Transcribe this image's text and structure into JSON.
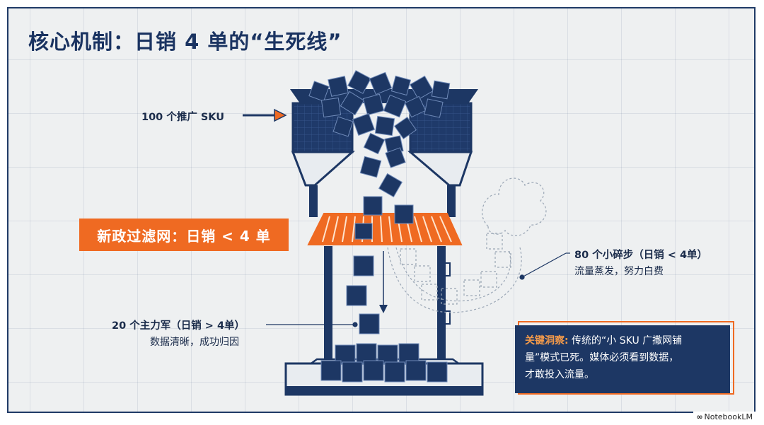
{
  "title": "核心机制：日销 4 单的“生死线”",
  "labels": {
    "top_sku": "100 个推广 SKU",
    "filter": "新政过滤网：日销 < 4 单",
    "failed_title": "80 个小碎步（日销 < 4单）",
    "failed_sub": "流量蒸发，努力白费",
    "main_title": "20 个主力军（日销 > 4单）",
    "main_sub": "数据清晰，成功归因"
  },
  "insight": {
    "key": "关键洞察:",
    "line1_rest": " 传统的“小 SKU 广撒网铺",
    "line2": "量”模式已死。媒体必须看到数据，",
    "line3": "才敢投入流量。"
  },
  "brand": "NotebookLM",
  "brand_icon": "notebooklm-logo-icon",
  "colors": {
    "navy": "#1d3764",
    "orange": "#ef6a22",
    "background": "#eef0f1"
  }
}
